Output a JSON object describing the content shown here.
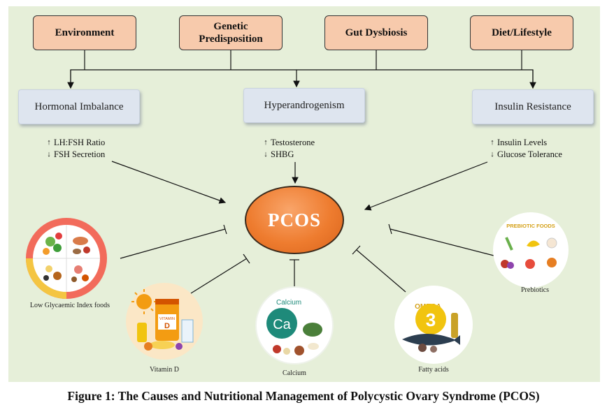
{
  "causes": [
    {
      "label": "Environment"
    },
    {
      "label": "Genetic\nPredisposition"
    },
    {
      "label": "Gut Dysbiosis"
    },
    {
      "label": "Diet/Lifestyle"
    }
  ],
  "mechanisms": [
    {
      "label": "Hormonal Imbalance",
      "markers": [
        {
          "dir": "up",
          "text": "LH:FSH Ratio"
        },
        {
          "dir": "down",
          "text": "FSH Secretion"
        }
      ]
    },
    {
      "label": "Hyperandrogenism",
      "markers": [
        {
          "dir": "up",
          "text": "Testosterone"
        },
        {
          "dir": "down",
          "text": "SHBG"
        }
      ]
    },
    {
      "label": "Insulin Resistance",
      "markers": [
        {
          "dir": "up",
          "text": "Insulin Levels"
        },
        {
          "dir": "down",
          "text": "Glucose Tolerance"
        }
      ]
    }
  ],
  "center": {
    "label": "PCOS"
  },
  "foods": [
    {
      "label": "Low Glycaemic Index foods",
      "icon": "plate-icon"
    },
    {
      "label": "Vitamin D",
      "icon": "vitamin-d-icon",
      "badge": "VITAMIN D"
    },
    {
      "label": "Calcium",
      "icon": "calcium-icon",
      "badge": "Ca",
      "badge_title": "Calcium"
    },
    {
      "label": "Fatty acids",
      "icon": "omega3-icon",
      "badge": "3",
      "badge_title": "OMEGA"
    },
    {
      "label": "Prebiotics",
      "icon": "prebiotic-foods-icon",
      "badge_title": "PREBIOTIC FOODS"
    }
  ],
  "caption": "Figure 1: The Causes and Nutritional Management of Polycystic Ovary Syndrome (PCOS)",
  "colors": {
    "background": "#e6efd9",
    "cause_box": "#f7caac",
    "mechanism_box": "#dee5ef",
    "pcos": "#ee7c2f"
  }
}
